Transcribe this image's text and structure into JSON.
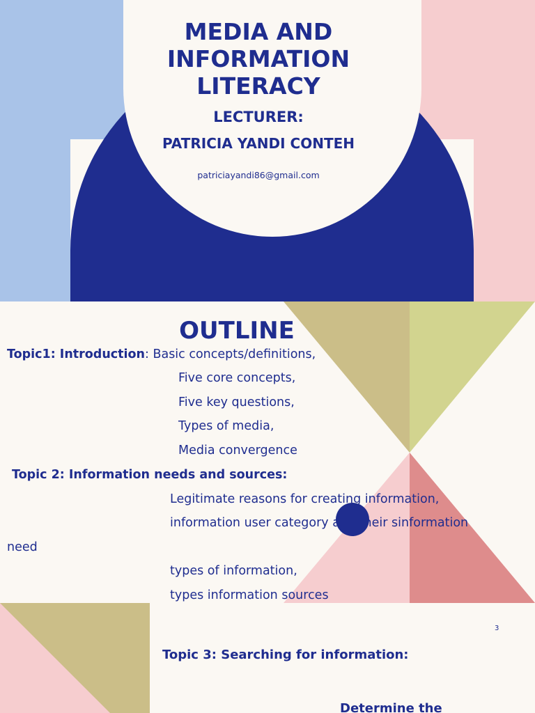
{
  "slide1": {
    "title_lines": [
      "MEDIA AND",
      "INFORMATION",
      "LITERACY"
    ],
    "lecturer_label": "LECTURER:",
    "lecturer_name": "PATRICIA YANDI CONTEH",
    "email": "patriciayandi86@gmail.com"
  },
  "slide2": {
    "heading": "OUTLINE",
    "topic1_label": "Topic1:  Introduction",
    "topic1_rest": ": Basic concepts/definitions,",
    "topic1_items": [
      "Five core concepts,",
      "Five key questions,",
      "Types of media,",
      "Media convergence"
    ],
    "topic2_label": "Topic 2:  Information needs and sources:",
    "topic2_line1": "Legitimate reasons for creating information,",
    "topic2_line2": "information user category and their sinformation",
    "topic2_line2_wrap": "need",
    "topic2_items": [
      "types of information,",
      "types information sources"
    ]
  },
  "slide3": {
    "page_number": "3",
    "topic3_label": "Topic 3: Searching for information:",
    "partial_text": "Determine the"
  },
  "colors": {
    "navy": "#1f2d8f",
    "light_blue": "#a9c3e8",
    "light_pink": "#f6cdcf",
    "khaki": "#cbbe88",
    "lime": "#d2d48f",
    "coral": "#de8c8c",
    "cream": "#fbf8f3"
  }
}
